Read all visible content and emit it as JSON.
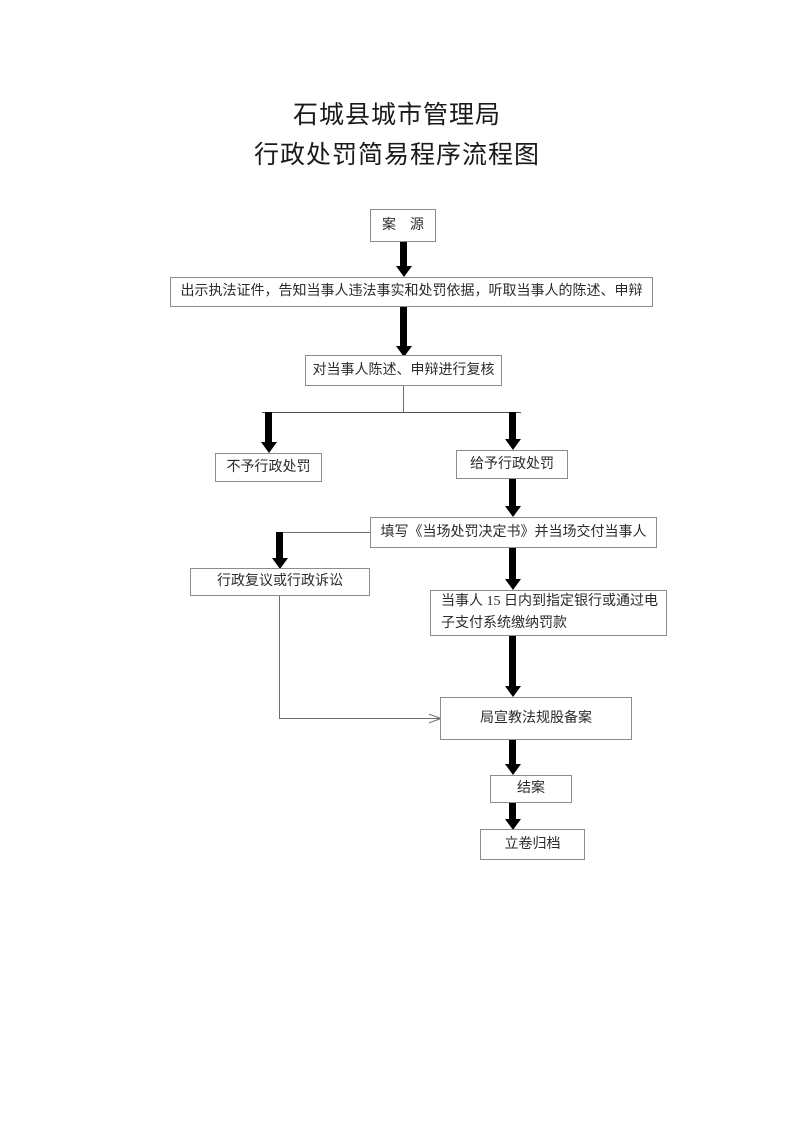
{
  "document": {
    "title_lines": [
      "石城县城市管理局",
      "行政处罚简易程序流程图"
    ]
  },
  "chart_data": {
    "type": "diagram",
    "title": "石城县城市管理局 行政处罚简易程序流程图",
    "nodes": [
      {
        "id": "source",
        "label": "案　源"
      },
      {
        "id": "show-credentials",
        "label": "出示执法证件，告知当事人违法事实和处罚依据，听取当事人的陈述、申辩"
      },
      {
        "id": "review",
        "label": "对当事人陈述、申辩进行复核"
      },
      {
        "id": "no-penalty",
        "label": "不予行政处罚"
      },
      {
        "id": "give-penalty",
        "label": "给予行政处罚"
      },
      {
        "id": "fill-decision",
        "label": "填写《当场处罚决定书》并当场交付当事人"
      },
      {
        "id": "reconsideration",
        "label": "行政复议或行政诉讼"
      },
      {
        "id": "pay-fine-line1",
        "label": "当事人 15 日内到指定银行或通过电"
      },
      {
        "id": "pay-fine-line2",
        "label": "子支付系统缴纳罚款"
      },
      {
        "id": "record",
        "label": "局宣教法规股备案"
      },
      {
        "id": "close-case",
        "label": "结案"
      },
      {
        "id": "archive",
        "label": "立卷归档"
      }
    ],
    "edges": [
      {
        "from": "source",
        "to": "show-credentials",
        "style": "thick"
      },
      {
        "from": "show-credentials",
        "to": "review",
        "style": "thick"
      },
      {
        "from": "review",
        "to": "no-penalty",
        "style": "thick-branch"
      },
      {
        "from": "review",
        "to": "give-penalty",
        "style": "thick-branch"
      },
      {
        "from": "give-penalty",
        "to": "fill-decision",
        "style": "thick"
      },
      {
        "from": "fill-decision",
        "to": "reconsideration",
        "style": "thin-then-thick"
      },
      {
        "from": "fill-decision",
        "to": "pay-fine",
        "style": "thick"
      },
      {
        "from": "pay-fine",
        "to": "record",
        "style": "thick"
      },
      {
        "from": "reconsideration",
        "to": "record",
        "style": "thin-open-arrow"
      },
      {
        "from": "record",
        "to": "close-case",
        "style": "thick"
      },
      {
        "from": "close-case",
        "to": "archive",
        "style": "thick"
      }
    ],
    "colors": {
      "box_border": "#8c8c8c",
      "text": "#2b2b2b",
      "arrow_thick": "#000000",
      "arrow_thin": "#6e6e6e",
      "background": "#ffffff"
    }
  }
}
